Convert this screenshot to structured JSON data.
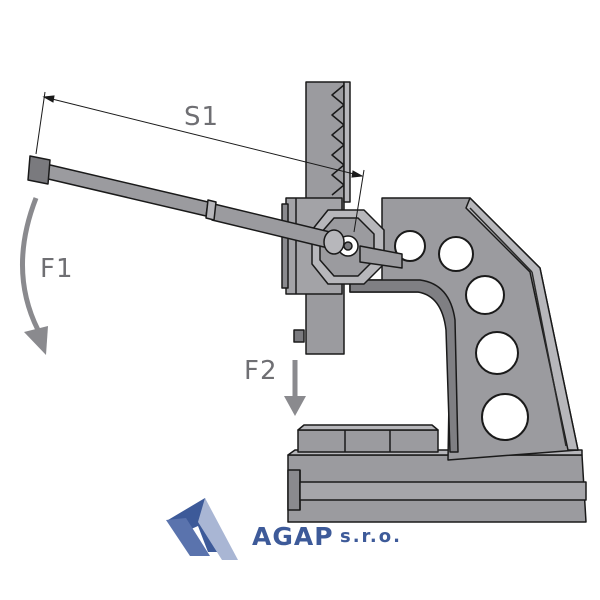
{
  "labels": {
    "s1": "S1",
    "f1": "F1",
    "f2": "F2"
  },
  "logo": {
    "name": "AGAP",
    "suffix": "s.r.o."
  },
  "colors": {
    "body_fill": "#9b9b9f",
    "body_light": "#b7b7bb",
    "body_dark": "#7a7a7e",
    "outline": "#1a1a1a",
    "arrow": "#8a8a8e",
    "label": "#6f6f73",
    "logo_blue": "#3d5a99",
    "logo_light": "#a9b6d4"
  }
}
